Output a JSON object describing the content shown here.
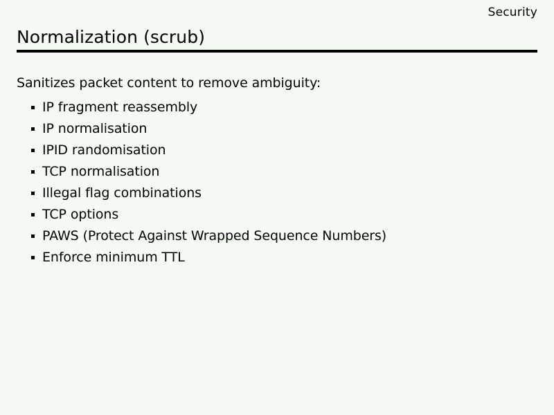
{
  "slide": {
    "header_label": "Security",
    "title": "Normalization (scrub)",
    "intro": "Sanitizes packet content to remove ambiguity:",
    "bullets": [
      {
        "text": "IP fragment reassembly"
      },
      {
        "text": "IP normalisation"
      },
      {
        "text": "IPID randomisation"
      },
      {
        "text": "TCP normalisation"
      },
      {
        "text": "Illegal flag combinations"
      },
      {
        "text": "TCP options"
      },
      {
        "text": "PAWS (Protect Against Wrapped Sequence Numbers)"
      },
      {
        "text": "Enforce minimum TTL"
      }
    ],
    "bullet_marker": "square-bullet-icon",
    "colors": {
      "background": "#f6faf5",
      "text": "#000000",
      "rule": "#000000"
    }
  }
}
